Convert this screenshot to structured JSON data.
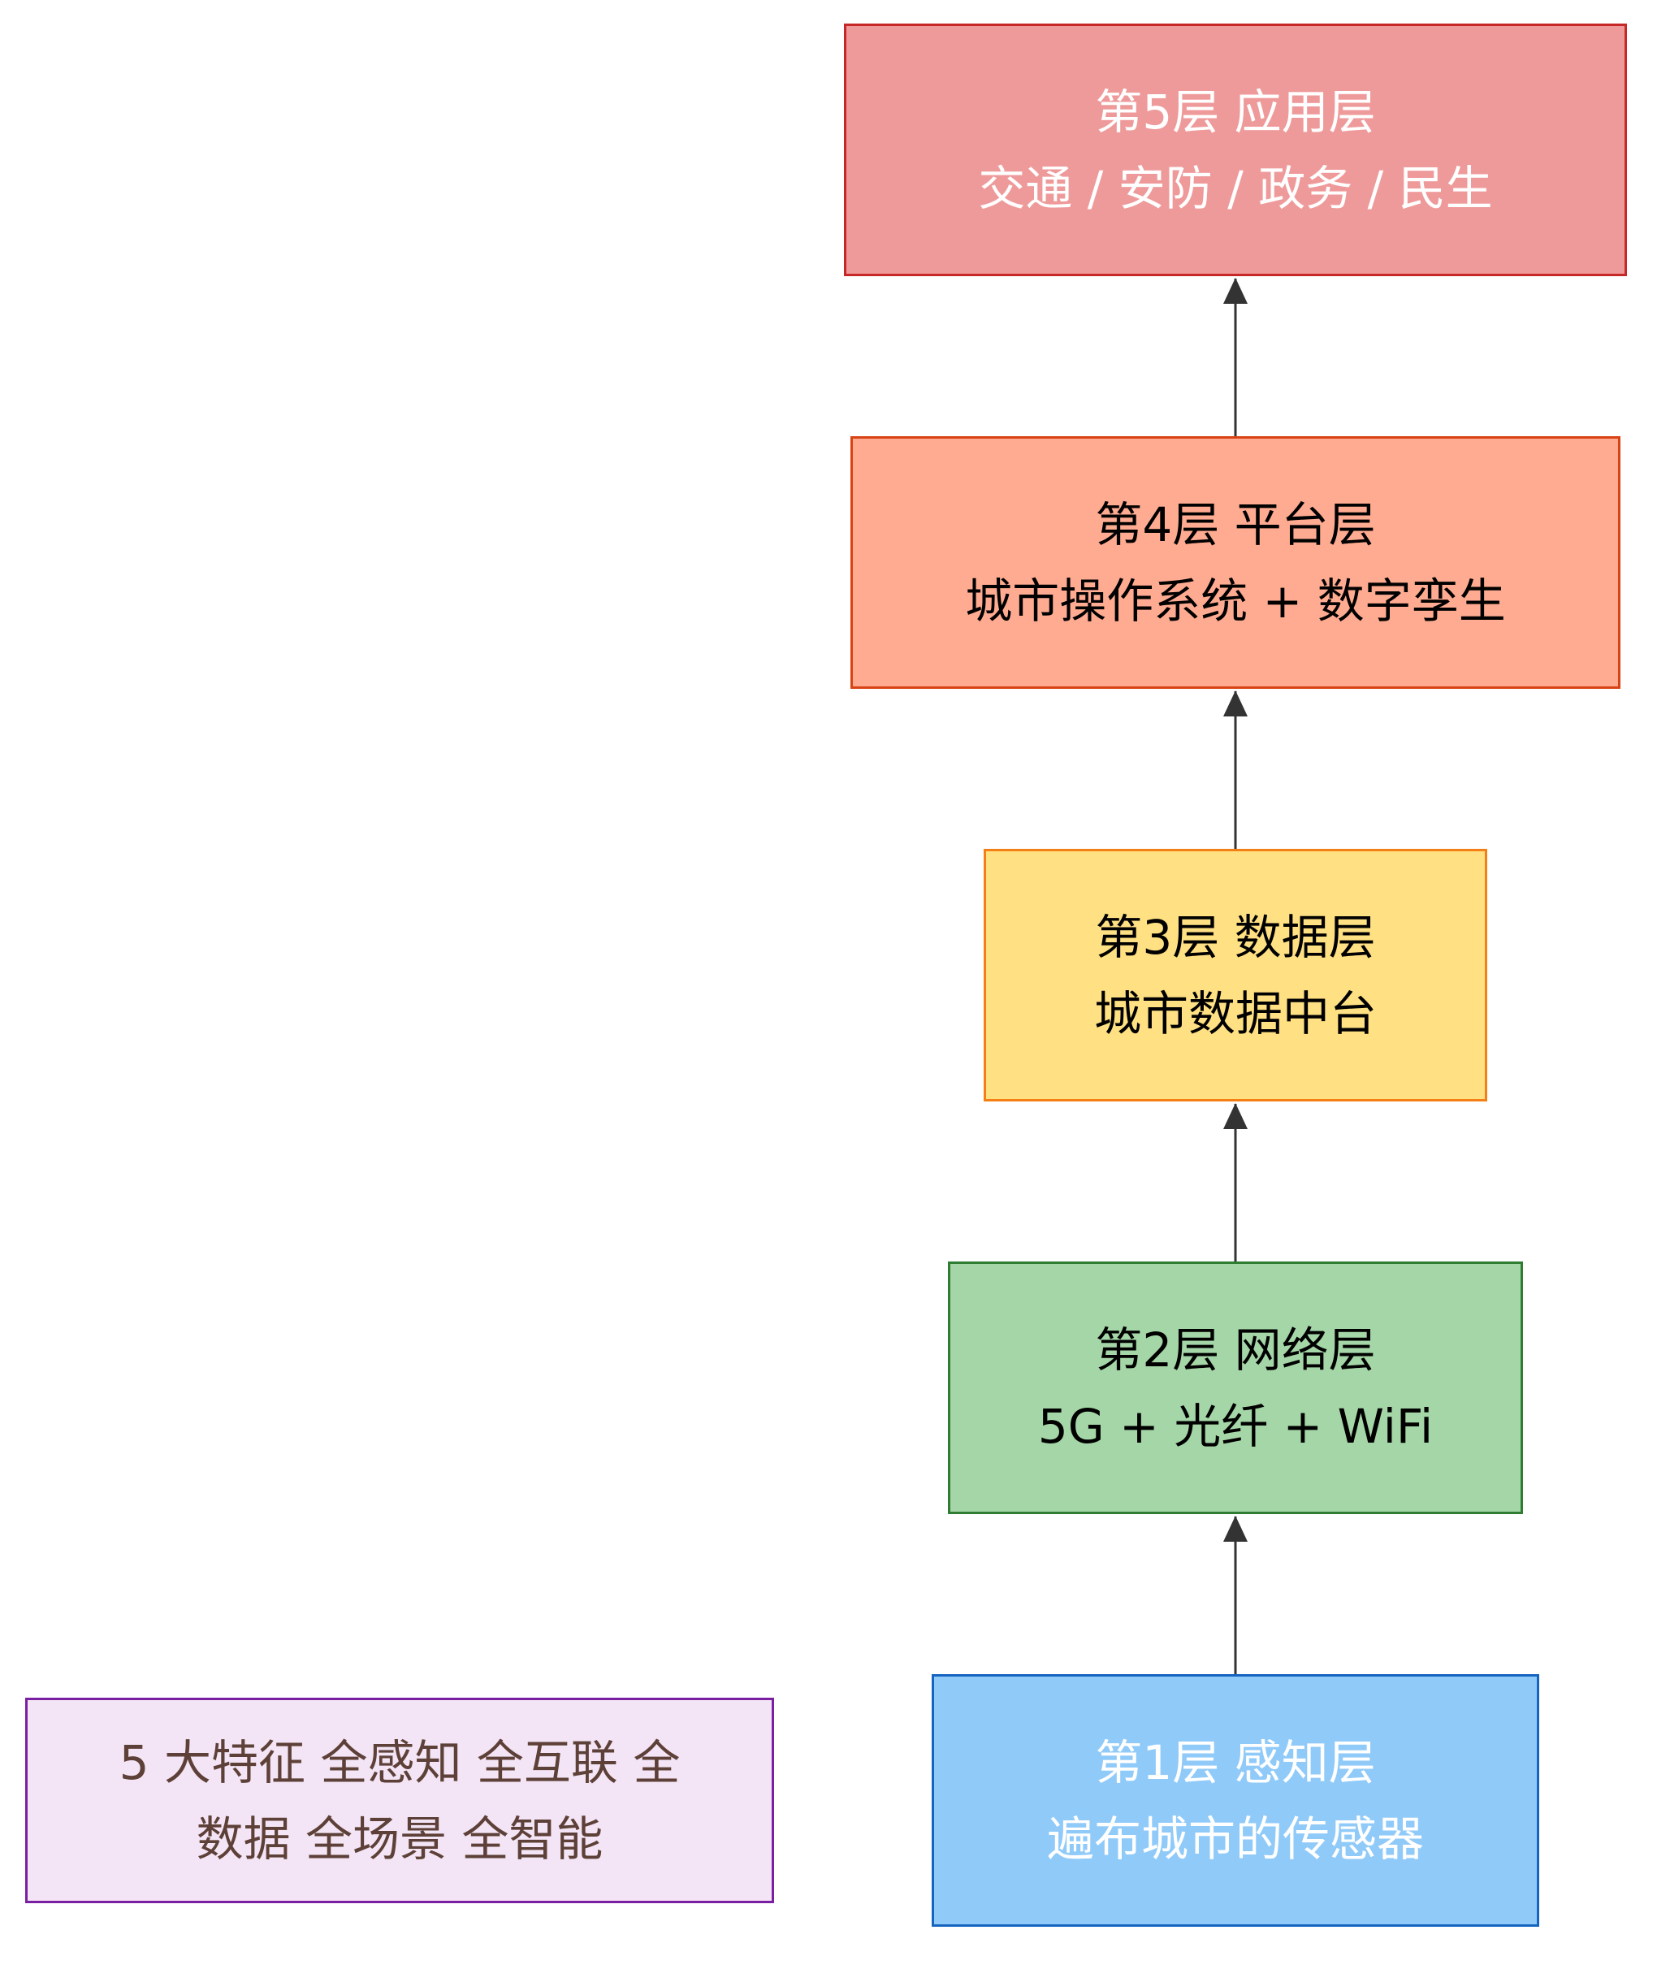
{
  "layers": [
    {
      "id": "n5",
      "title": "第5层 应用层",
      "subtitle": "交通 / 安防 / 政务 / 民生",
      "fill": "#ef9a9a",
      "stroke": "#c62828",
      "text_color": "#ffffff"
    },
    {
      "id": "n4",
      "title": "第4层 平台层",
      "subtitle": "城市操作系统 + 数字孪生",
      "fill": "#ffab91",
      "stroke": "#d84315",
      "text_color": "#000000"
    },
    {
      "id": "n3",
      "title": "第3层 数据层",
      "subtitle": "城市数据中台",
      "fill": "#ffe082",
      "stroke": "#f57f17",
      "text_color": "#000000"
    },
    {
      "id": "n2",
      "title": "第2层 网络层",
      "subtitle": "5G + 光纤 + WiFi",
      "fill": "#a5d6a7",
      "stroke": "#2e7d32",
      "text_color": "#000000"
    },
    {
      "id": "n1",
      "title": "第1层 感知层",
      "subtitle": "遍布城市的传感器",
      "fill": "#90caf9",
      "stroke": "#1565c0",
      "text_color": "#ffffff"
    }
  ],
  "features": {
    "line1": "5 大特征 全感知 全互联 全",
    "line2": "数据 全场景 全智能",
    "fill": "#f3e5f5",
    "stroke": "#7b1fa2",
    "text_color": "#5d4037"
  },
  "edges": [
    {
      "from": "n1",
      "to": "n2"
    },
    {
      "from": "n2",
      "to": "n3"
    },
    {
      "from": "n3",
      "to": "n4"
    },
    {
      "from": "n4",
      "to": "n5"
    }
  ],
  "edge_color": "#333333"
}
